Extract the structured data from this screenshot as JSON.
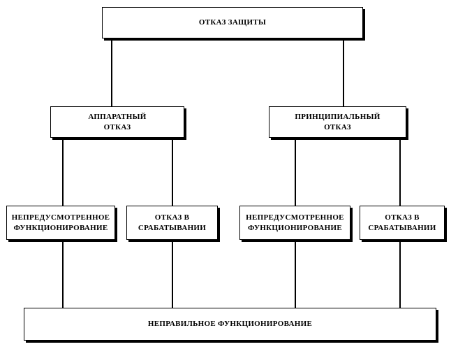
{
  "diagram": {
    "root": {
      "label": "ОТКАЗ ЗАЩИТЫ"
    },
    "branches": [
      {
        "label": "АППАРАТНЫЙ\nОТКАЗ",
        "children": [
          {
            "label": "НЕПРЕДУСМОТРЕННОЕ\nФУНКЦИОНИРОВАНИЕ"
          },
          {
            "label": "ОТКАЗ В\nСРАБАТЫВАНИИ"
          }
        ]
      },
      {
        "label": "ПРИНЦИПИАЛЬНЫЙ\nОТКАЗ",
        "children": [
          {
            "label": "НЕПРЕДУСМОТРЕННОЕ\nФУНКЦИОНИРОВАНИЕ"
          },
          {
            "label": "ОТКАЗ В\nСРАБАТЫВАНИИ"
          }
        ]
      }
    ],
    "result": {
      "label": "НЕПРАВИЛЬНОЕ ФУНКЦИОНИРОВАНИЕ"
    }
  }
}
